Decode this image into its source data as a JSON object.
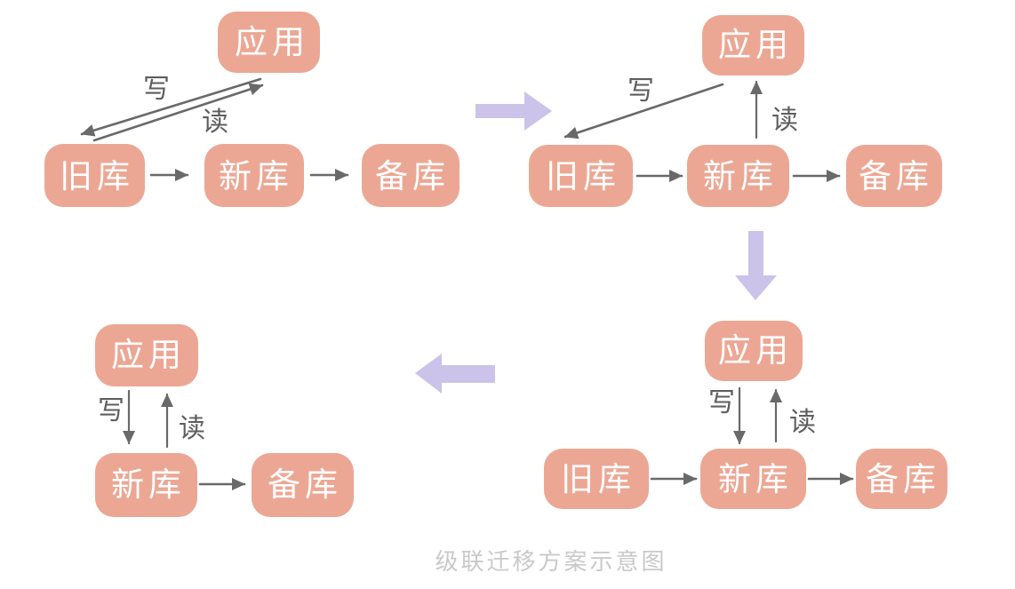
{
  "diagram": {
    "caption": "级联迁移方案示意图",
    "colors": {
      "node": "#ECA794",
      "node-text": "#FFFFFF",
      "connector": "#696969",
      "flow-arrow": "#CBC3E9",
      "caption": "#C9C9C9",
      "background": "#FFFFFF"
    },
    "stages": {
      "s1": {
        "app": "应用",
        "old": "旧库",
        "new": "新库",
        "backup": "备库",
        "write": "写",
        "read": "读"
      },
      "s2": {
        "app": "应用",
        "old": "旧库",
        "new": "新库",
        "backup": "备库",
        "write": "写",
        "read": "读"
      },
      "s3": {
        "app": "应用",
        "old": "旧库",
        "new": "新库",
        "backup": "备库",
        "write": "写",
        "read": "读"
      },
      "s4": {
        "app": "应用",
        "new": "新库",
        "backup": "备库",
        "write": "写",
        "read": "读"
      }
    }
  }
}
